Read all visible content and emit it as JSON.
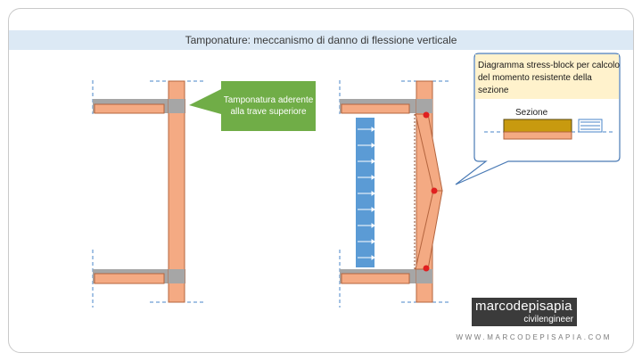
{
  "title": "Tamponature: meccanismo di danno di flessione verticale",
  "callout_left": {
    "text": "Tamponatura aderente alla trave superiore"
  },
  "callout_right": {
    "text": "Diagramma stress-block  per calcolo del momento resistente della sezione"
  },
  "section_label": "Sezione",
  "logo": {
    "main": "marcodepisapia",
    "sub": "civilengineer"
  },
  "website": "WWW.MARCODEPISAPIA.COM",
  "colors": {
    "infill": "#f4aa83",
    "infill_border": "#b4643e",
    "beam_gray": "#a6a6a6",
    "dashed_line": "#4a86c8",
    "load_blue": "#5b9bd5",
    "hinge_red": "#e02020",
    "callout_green": "#70ad47",
    "callout_box_fill": "#fff2cc",
    "section_fill": "#c89a0f"
  }
}
